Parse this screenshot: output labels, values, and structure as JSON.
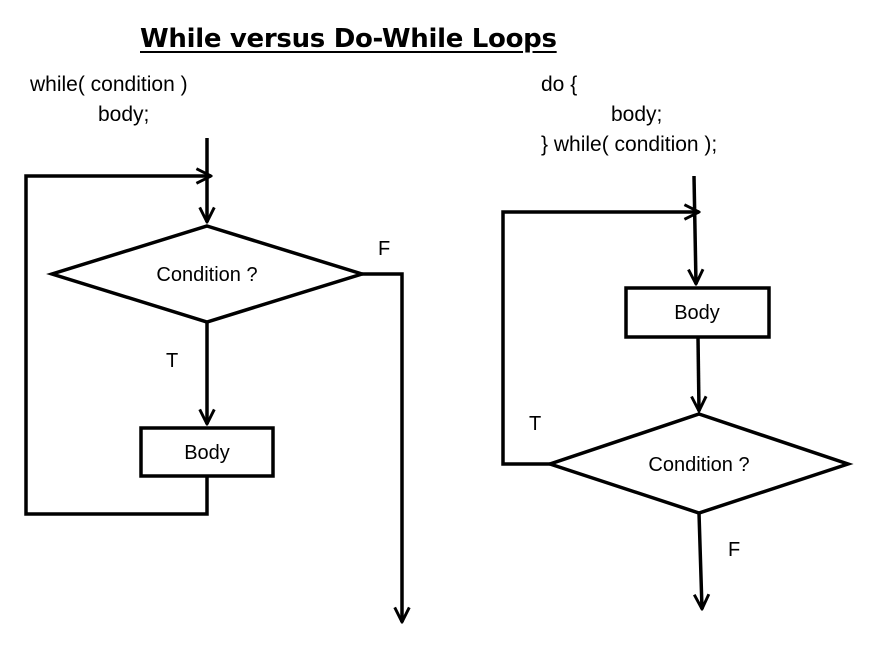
{
  "title": "While versus Do-While Loops",
  "while_loop": {
    "code_line1": "while( condition )",
    "code_line2": "body;",
    "condition_label": "Condition ?",
    "body_label": "Body",
    "true_label": "T",
    "false_label": "F"
  },
  "do_while_loop": {
    "code_line1": "do {",
    "code_line2": "body;",
    "code_line3": "} while( condition );",
    "body_label": "Body",
    "condition_label": "Condition ?",
    "true_label": "T",
    "false_label": "F"
  }
}
